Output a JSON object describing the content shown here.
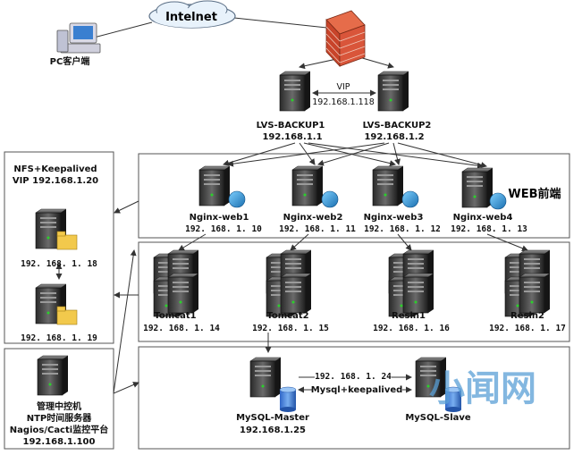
{
  "internet": "Intelnet",
  "pc_label": "PC客户端",
  "vip": {
    "title": "VIP",
    "ip": "192.168.1.118"
  },
  "lvs": [
    {
      "name": "LVS-BACKUP1",
      "ip": "192.168.1.1"
    },
    {
      "name": "LVS-BACKUP2",
      "ip": "192.168.1.2"
    }
  ],
  "nfs": {
    "title": "NFS+Keepalived",
    "vip": "VIP 192.168.1.20",
    "ip1": "192. 168. 1. 18",
    "ip2": "192. 168. 1. 19"
  },
  "web_label": "WEB前端",
  "nginx": [
    {
      "name": "Nginx-web1",
      "ip": "192. 168. 1. 10"
    },
    {
      "name": "Nginx-web2",
      "ip": "192. 168. 1. 11"
    },
    {
      "name": "Nginx-web3",
      "ip": "192. 168. 1. 12"
    },
    {
      "name": "Nginx-web4",
      "ip": "192. 168. 1. 13"
    }
  ],
  "apps": [
    {
      "name": "Tomcat1",
      "ip": "192. 168. 1. 14"
    },
    {
      "name": "Tomcat2",
      "ip": "192. 168. 1. 15"
    },
    {
      "name": "Resin1",
      "ip": "192. 168. 1. 16"
    },
    {
      "name": "Resin2",
      "ip": "192. 168. 1. 17"
    }
  ],
  "mgmt": {
    "line1": "管理中控机",
    "line2": "NTP时间服务器",
    "line3": "Nagios/Cacti监控平台",
    "ip": "192.168.1.100"
  },
  "mysql": {
    "master": "MySQL-Master",
    "master_ip": "192.168.1.25",
    "slave": "MySQL-Slave",
    "link_ip": "192. 168. 1. 24",
    "link_label": "Mysql+keepalived"
  },
  "watermark": "小闻网"
}
